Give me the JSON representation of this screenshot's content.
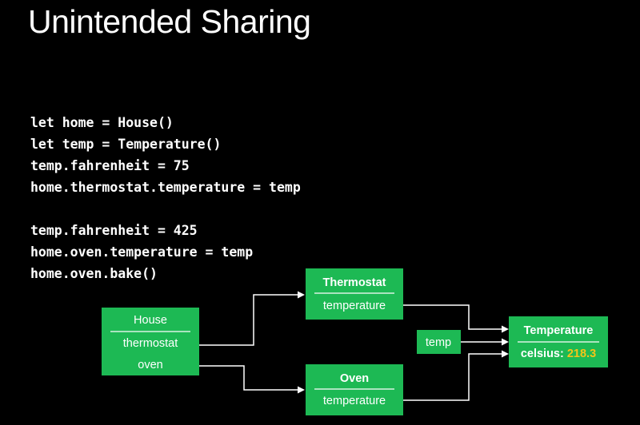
{
  "slide": {
    "title": "Unintended Sharing"
  },
  "code_lines": [
    "let home = House()",
    "let temp = Temperature()",
    "temp.fahrenheit = 75",
    "home.thermostat.temperature = temp",
    "",
    "temp.fahrenheit = 425",
    "home.oven.temperature = temp",
    "home.oven.bake()"
  ],
  "diagram": {
    "house": {
      "title": "House",
      "field_1": "thermostat",
      "field_2": "oven"
    },
    "thermostat": {
      "title": "Thermostat",
      "field": "temperature"
    },
    "oven": {
      "title": "Oven",
      "field": "temperature"
    },
    "temp_variable": {
      "label": "temp"
    },
    "temperature": {
      "title": "Temperature",
      "field_label": "celsius:",
      "field_value": "218.3"
    },
    "colors": {
      "box_fill": "#1db954",
      "connector": "#ffffff",
      "value_highlight": "#f5c518",
      "background": "#000000"
    }
  }
}
